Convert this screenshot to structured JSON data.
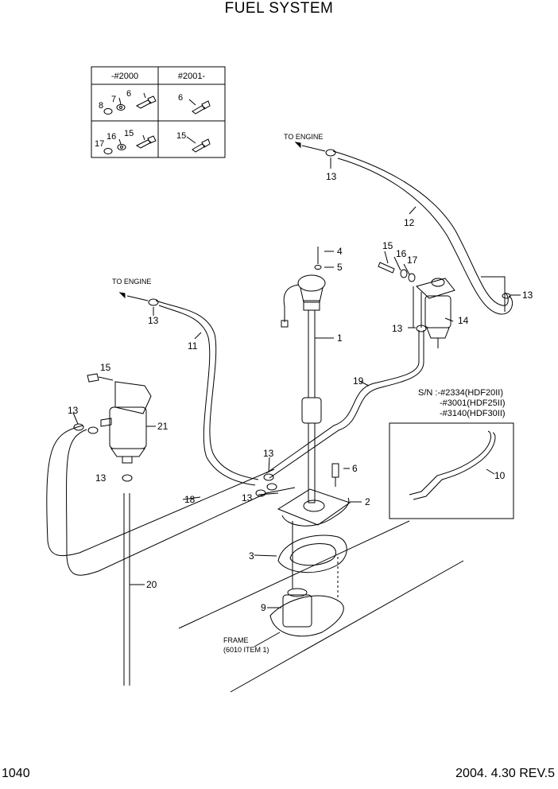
{
  "title": "FUEL SYSTEM",
  "page_number": "1040",
  "revision": "2004. 4.30 REV.5",
  "serial_table": {
    "columns": [
      "-#2000",
      "#2001-"
    ],
    "rows": [
      {
        "left_labels": [
          "6",
          "7",
          "8"
        ],
        "right_labels": [
          "6"
        ]
      },
      {
        "left_labels": [
          "15",
          "16",
          "17"
        ],
        "right_labels": [
          "15"
        ]
      }
    ]
  },
  "to_engine_labels": [
    "TO ENGINE",
    "TO ENGINE"
  ],
  "part_labels": {
    "p1": "1",
    "p2": "2",
    "p3": "3",
    "p4": "4",
    "p5": "5",
    "p6": "6",
    "p9": "9",
    "p10": "10",
    "p11": "11",
    "p12": "12",
    "p13a": "13",
    "p13b": "13",
    "p13c": "13",
    "p13d": "13",
    "p13e": "13",
    "p13f": "13",
    "p13g": "13",
    "p13h": "13",
    "p14": "14",
    "p15a": "15",
    "p15b": "15",
    "p16": "16",
    "p17": "17",
    "p18": "18",
    "p19": "19",
    "p20": "20",
    "p21": "21"
  },
  "serial_note": {
    "line1": "S/N :-#2334(HDF20II)",
    "line2": "-#3001(HDF25II)",
    "line3": "-#3140(HDF30II)"
  },
  "frame_label": {
    "line1": "FRAME",
    "line2": "(6010 ITEM 1)"
  }
}
